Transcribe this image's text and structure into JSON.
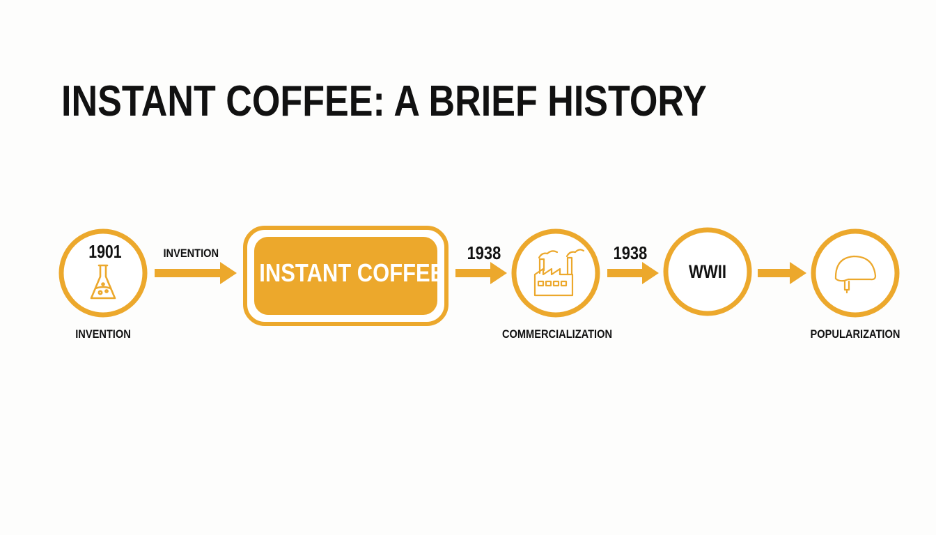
{
  "title": "INSTANT COFFEE: A BRIEF HISTORY",
  "colors": {
    "accent": "#ECA82C",
    "text": "#111111",
    "background": "#FDFDFC"
  },
  "nodes": [
    {
      "year": "1901",
      "icon": "flask-icon",
      "caption": "INVENTION"
    },
    {
      "box_label": "INSTANT COFFEE"
    },
    {
      "year": "1938",
      "icon": "factory-icon",
      "caption": "COMMERCIALIZATION"
    },
    {
      "year": "1938",
      "label": "WWII"
    },
    {
      "icon": "helmet-icon",
      "caption": "POPULARIZATION"
    }
  ],
  "arrow_labels": [
    "INVENTION"
  ]
}
